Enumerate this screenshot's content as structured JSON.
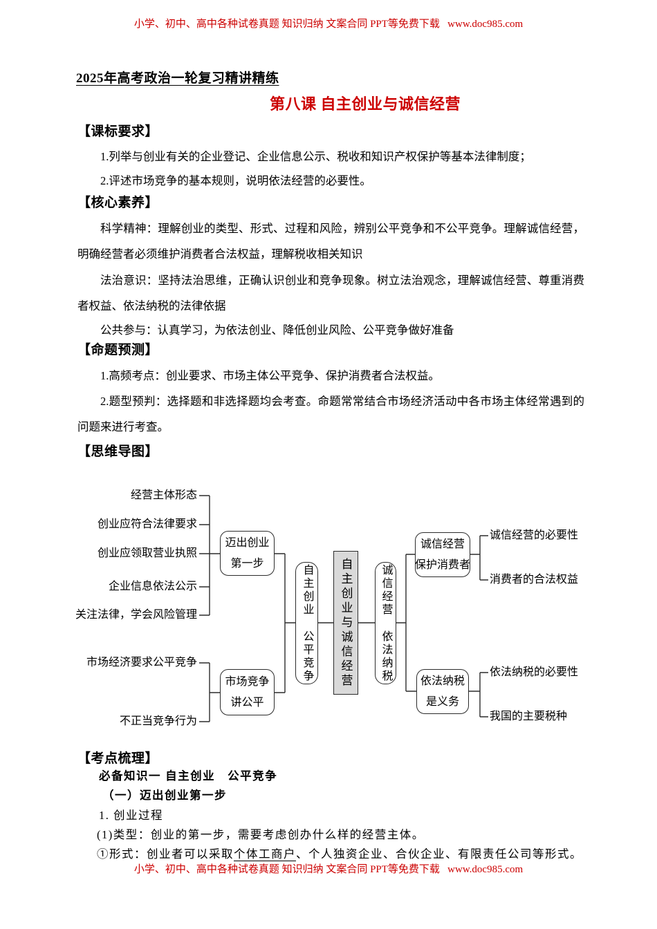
{
  "page": {
    "header_watermark": "小学、初中、高中各种试卷真题 知识归纳 文案合同 PPT等免费下载   www.doc985.com",
    "footer_watermark": "小学、初中、高中各种试卷真题 知识归纳 文案合同 PPT等免费下载   www.doc985.com",
    "series_title": "2025年高考政治一轮复习精讲精练",
    "lesson_title": "第八课 自主创业与诚信经营",
    "accent_red": "#cc0000",
    "root_box_grey": "#d9d9d9"
  },
  "sections": {
    "curriculum": {
      "heading": "【课标要求】",
      "items": [
        "1.列举与创业有关的企业登记、企业信息公示、税收和知识产权保护等基本法律制度；",
        "2.评述市场竞争的基本规则，说明依法经营的必要性。"
      ]
    },
    "core": {
      "heading": "【核心素养】",
      "paragraphs": [
        "科学精神：理解创业的类型、形式、过程和风险，辨别公平竞争和不公平竞争。理解诚信经营，明确经营者必须维护消费者合法权益，理解税收相关知识",
        "法治意识：坚持法治思维，正确认识创业和竞争现象。树立法治观念，理解诚信经营、尊重消费者权益、依法纳税的法律依据",
        "公共参与：认真学习，为依法创业、降低创业风险、公平竞争做好准备"
      ]
    },
    "predict": {
      "heading": "【命题预测】",
      "paragraphs": [
        "1.高频考点：创业要求、市场主体公平竞争、保护消费者合法权益。",
        "2.题型预判：选择题和非选择题均会考查。命题常常结合市场经济活动中各市场主体经常遇到的问题来进行考查。"
      ]
    },
    "mindmap_heading": "【思维导图】",
    "review": {
      "heading": "【考点梳理】",
      "knowledge_title": "必备知识一 自主创业　公平竞争",
      "sub_title": "（一）迈出创业第一步",
      "point1": "1. 创业过程",
      "point1_1": "(1)类型：创业的第一步，需要考虑创办什么样的经营主体。",
      "point1_1_1_prefix": "①形式：创业者可以采取",
      "point1_1_1_underlined": "个体工商户",
      "point1_1_1_suffix": "、个人独资企业、合伙企业、有限责任公司等形式。"
    }
  },
  "mindmap": {
    "root": "自主创业与诚信经营",
    "branch_left": "自主创业 公平竞争",
    "branch_right": "诚信经营 依法纳税",
    "node_start": [
      "迈出创业",
      "第一步"
    ],
    "node_market": [
      "市场竞争",
      "讲公平"
    ],
    "node_honest": [
      "诚信经营",
      "保护消费者"
    ],
    "node_tax": [
      "依法纳税",
      "是义务"
    ],
    "left_leaves": [
      "经营主体形态",
      "创业应符合法律要求",
      "创业应领取营业执照",
      "企业信息依法公示",
      "关注法律，学会风险管理",
      "市场经济要求公平竞争",
      "不正当竞争行为"
    ],
    "right_leaves": [
      "诚信经营的必要性",
      "消费者的合法权益",
      "依法纳税的必要性",
      "我国的主要税种"
    ]
  }
}
